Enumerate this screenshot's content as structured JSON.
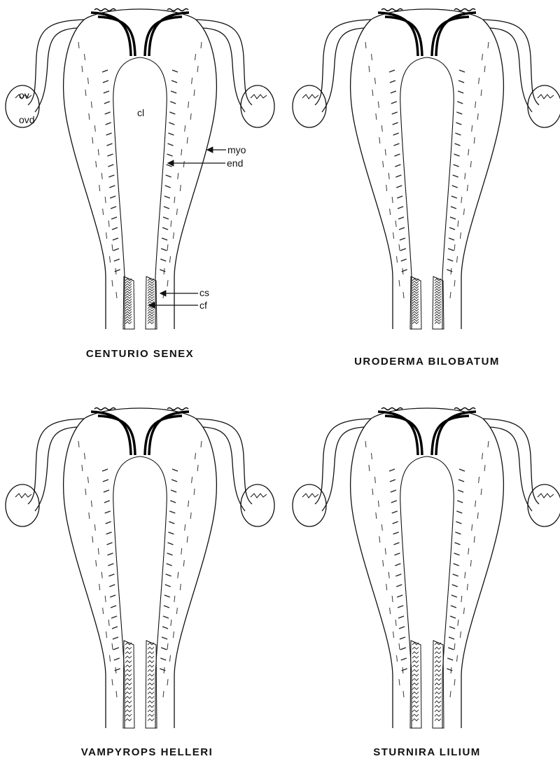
{
  "panels": [
    {
      "title": "CENTURIO  SENEX"
    },
    {
      "title": "URODERMA  BILOBATUM"
    },
    {
      "title": "VAMPYROPS  HELLERI"
    },
    {
      "title": "STURNIRA  LILIUM"
    }
  ],
  "labels": {
    "ov": "ov",
    "ovd": "ovd",
    "cl": "cl",
    "myo": "myo",
    "end": "end",
    "cs": "cs",
    "cf": "cf"
  }
}
